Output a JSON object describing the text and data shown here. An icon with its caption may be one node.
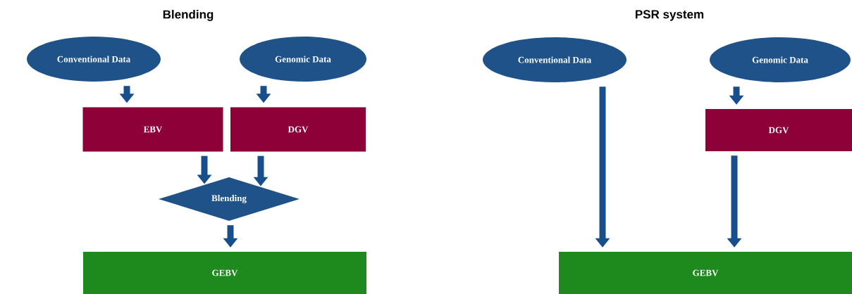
{
  "diagram": {
    "nodes": [
      {
        "text": [
          "Conventional Data"
        ]
      },
      {
        "text": [
          "Genomic Data"
        ]
      },
      {
        "text": [
          "EBV"
        ]
      },
      {
        "text": [
          "DGV"
        ]
      },
      {
        "text": [
          "Blending"
        ]
      },
      {
        "text": [
          "GEBV"
        ]
      },
      {
        "text": [
          "Conventional Data"
        ]
      },
      {
        "text": [
          "Genomic Data"
        ]
      },
      {
        "text": [
          "DGV"
        ]
      },
      {
        "text": [
          "GEBV"
        ]
      }
    ],
    "edges": [
      {
        "from": 0,
        "to": 2,
        "arrow": "to"
      },
      {
        "from": 1,
        "to": 3,
        "arrow": "to"
      },
      {
        "from": 2,
        "to": 4,
        "arrow": "to"
      },
      {
        "from": 3,
        "to": 4,
        "arrow": "to"
      },
      {
        "from": 4,
        "to": 5,
        "arrow": "to"
      },
      {
        "from": 6,
        "to": 9,
        "arrow": "to"
      },
      {
        "from": 7,
        "to": 8,
        "arrow": "to"
      },
      {
        "from": 8,
        "to": 9,
        "arrow": "to"
      }
    ],
    "labels": [
      "Blending",
      "PSR system"
    ]
  }
}
